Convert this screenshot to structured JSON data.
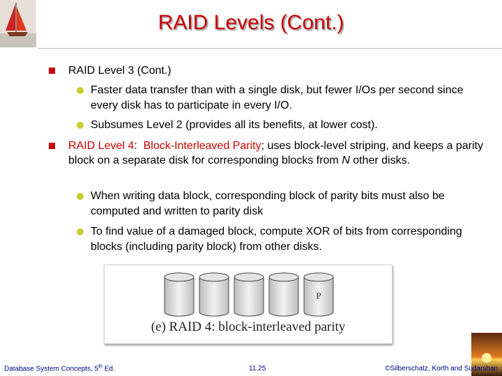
{
  "title": "RAID Levels (Cont.)",
  "bullets": {
    "level3": "RAID Level 3 (Cont.)",
    "l3_sub1": "Faster data transfer than with a single disk, but fewer I/Os per second since every disk has to participate in every I/O.",
    "l3_sub2": "Subsumes Level 2 (provides all its benefits, at lower cost).",
    "level4_name": "RAID Level 4",
    "level4_colon": ":",
    "level4_term": "Block-Interleaved Parity",
    "level4_rest1": "; uses block-level striping, and keeps a parity block on a separate disk for corresponding blocks from ",
    "level4_N": "N",
    "level4_rest2": " other disks.",
    "l4_sub1": "When writing data block, corresponding block of parity bits must also be computed and written to parity disk",
    "l4_sub2": "To find value of a damaged block, compute XOR of bits from corresponding blocks (including parity block) from other disks."
  },
  "figure": {
    "parity_label": "P",
    "caption": "(e) RAID 4: block-interleaved parity"
  },
  "footer": {
    "left_main": "Database System Concepts, 5",
    "left_sup": "th",
    "left_end": " Ed.",
    "page": "11.25",
    "right": "©Silberschatz, Korth and Sudarshan"
  },
  "colors": {
    "title": "#cc0000",
    "square_bullet": "#cc0000",
    "dot_bullet": "#cccc33",
    "footer": "#000080"
  },
  "icons": [
    "sailboat-logo-icon",
    "sunset-icon"
  ]
}
